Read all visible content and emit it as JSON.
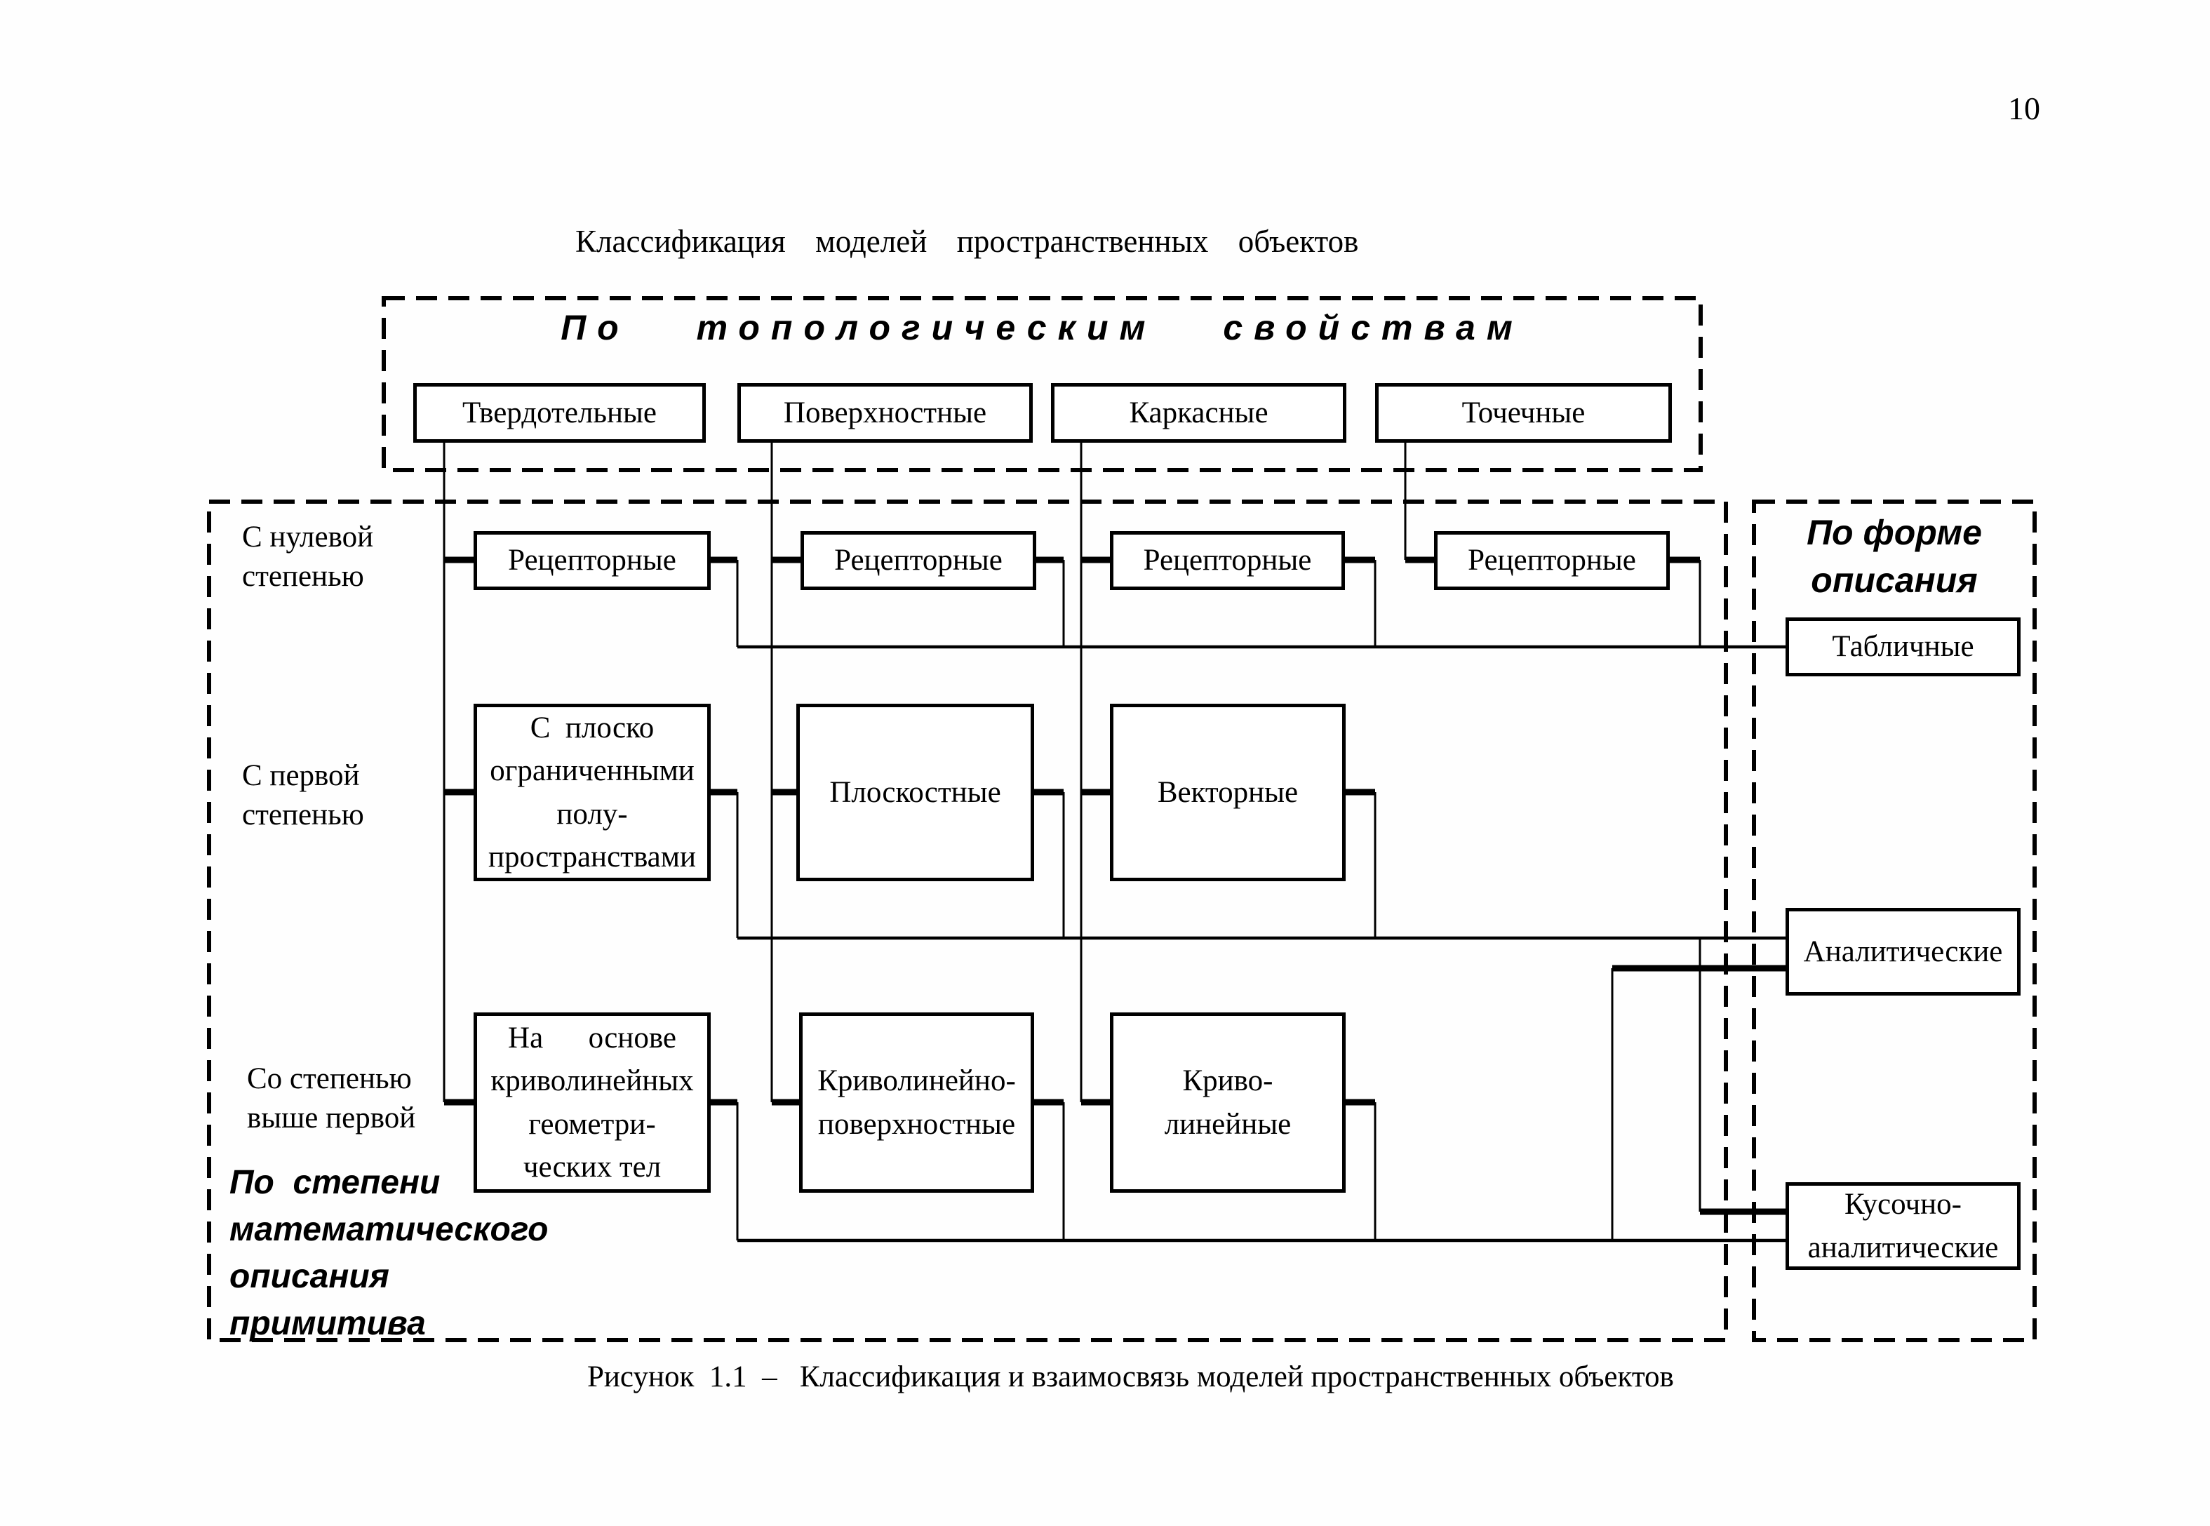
{
  "page": {
    "number": "10",
    "title": "Классификация  моделей  пространственных  объектов",
    "caption": "Рисунок  1.1  –   Классификация и взаимосвязь моделей пространственных объектов"
  },
  "top_group": {
    "heading": "По топологическим свойствам",
    "boxes": [
      "Твердотельные",
      "Поверхностные",
      "Каркасные",
      "Точечные"
    ]
  },
  "left_group": {
    "heading": "По  степени\nматематического\nописания\nпримитива",
    "row_labels": [
      "С нулевой\nстепенью",
      "С первой\nстепенью",
      "Со степенью\nвыше первой"
    ]
  },
  "matrix": {
    "row1": [
      "Рецепторные",
      "Рецепторные",
      "Рецепторные",
      "Рецепторные"
    ],
    "row2": [
      "С  плоско\nограниченными\nполу-\nпространствами",
      "Плоскостные",
      "Векторные"
    ],
    "row3": [
      "На      основе\nкриволинейных\nгеометри-\nческих тел",
      "Криволинейно-\nповерхностные",
      "Криво-\nлинейные"
    ]
  },
  "right_group": {
    "heading": "По форме\nописания",
    "boxes": [
      "Табличные",
      "Аналитические",
      "Кусочно-\nаналитические"
    ]
  },
  "colors": {
    "ink": "#000000",
    "paper": "#fefefe"
  }
}
